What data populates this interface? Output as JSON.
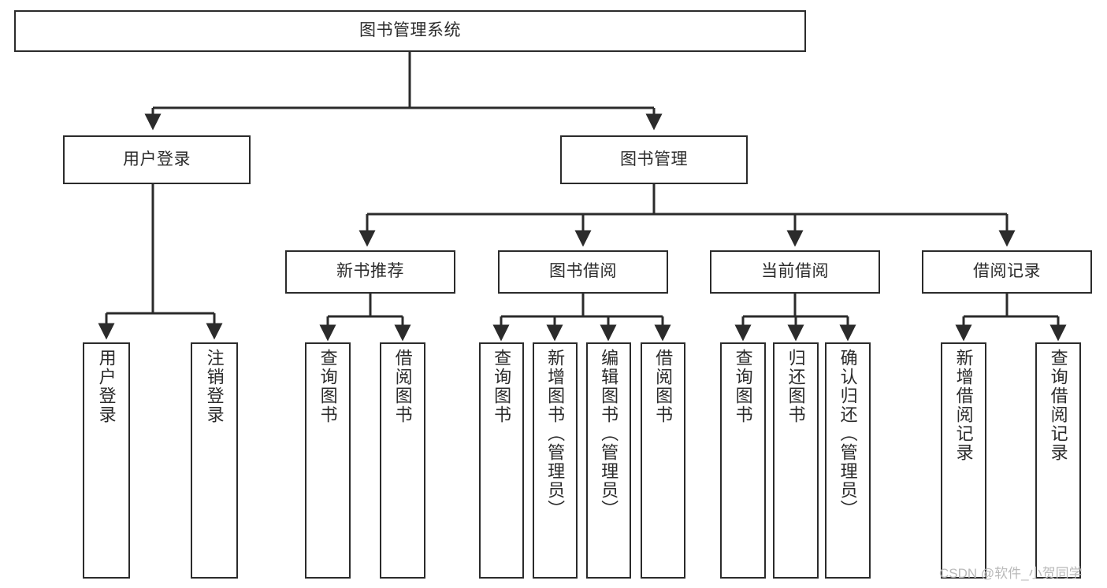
{
  "diagram": {
    "title": "图书管理系统",
    "type": "tree-hierarchy",
    "background_color": "#ffffff",
    "line_color": "#2b2b2b",
    "box_fill": "#ffffff",
    "box_border_color": "#2b2b2b",
    "text_color": "#2b2b2b"
  },
  "nodes": {
    "root": {
      "label": "图书管理系统",
      "level": 1
    },
    "user_login": {
      "label": "用户登录",
      "level": 2
    },
    "book_manage": {
      "label": "图书管理",
      "level": 2
    },
    "new_book_rec": {
      "label": "新书推荐",
      "level": 3
    },
    "book_borrow": {
      "label": "图书借阅",
      "level": 3
    },
    "current_borrow": {
      "label": "当前借阅",
      "level": 3
    },
    "borrow_record": {
      "label": "借阅记录",
      "level": 3
    },
    "leaf_user_login": {
      "label": "用户登录",
      "level": 4
    },
    "leaf_logout": {
      "label": "注销登录",
      "level": 4
    },
    "leaf_query_book_1": {
      "label": "查询图书",
      "level": 4
    },
    "leaf_borrow_book_1": {
      "label": "借阅图书",
      "level": 4
    },
    "leaf_query_book_2": {
      "label": "查询图书",
      "level": 4
    },
    "leaf_add_book": {
      "label": "新增图书（管理员）",
      "level": 4
    },
    "leaf_edit_book": {
      "label": "编辑图书（管理员）",
      "level": 4
    },
    "leaf_borrow_book_2": {
      "label": "借阅图书",
      "level": 4
    },
    "leaf_query_book_3": {
      "label": "查询图书",
      "level": 4
    },
    "leaf_return_book": {
      "label": "归还图书",
      "level": 4
    },
    "leaf_confirm_return": {
      "label": "确认归还（管理员）",
      "level": 4
    },
    "leaf_add_record": {
      "label": "新增借阅记录",
      "level": 4
    },
    "leaf_query_record": {
      "label": "查询借阅记录",
      "level": 4
    }
  },
  "watermark": {
    "text": "CSDN @软件_小贺同学"
  }
}
